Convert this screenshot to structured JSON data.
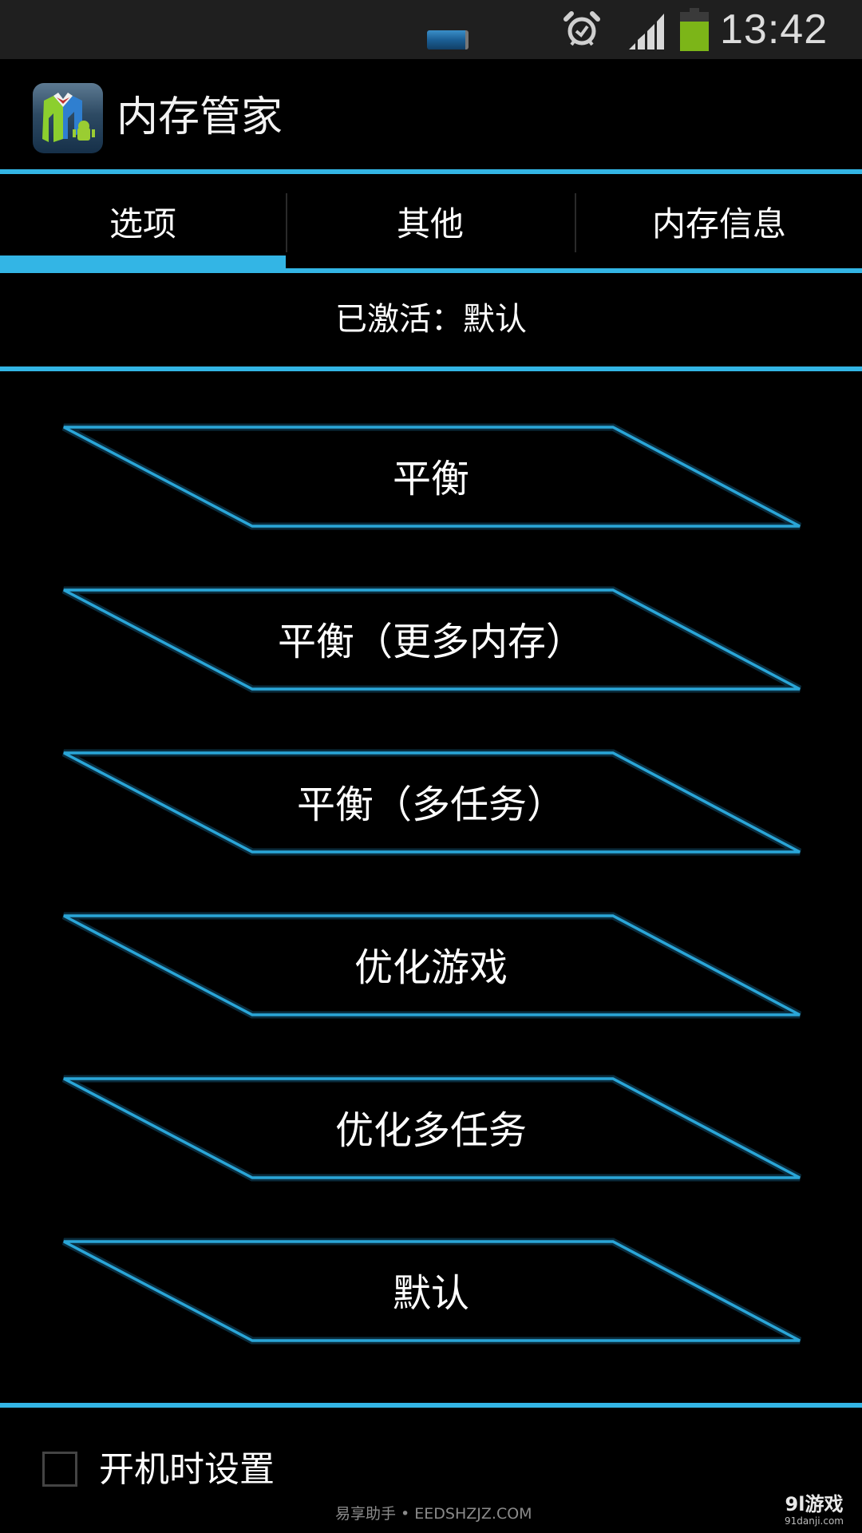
{
  "status_bar": {
    "time": "13:42",
    "icons": [
      "notification-app-icon",
      "alarm-icon",
      "signal-icon",
      "battery-icon"
    ],
    "battery_color": "#7cb518"
  },
  "app_bar": {
    "title": "内存管家",
    "icon": "memory-manager-app-icon"
  },
  "tabs": [
    {
      "label": "选项",
      "selected": true
    },
    {
      "label": "其他",
      "selected": false
    },
    {
      "label": "内存信息",
      "selected": false
    }
  ],
  "status": {
    "active_text": "已激活：默认"
  },
  "modes": [
    {
      "label": "平衡"
    },
    {
      "label": "平衡（更多内存）"
    },
    {
      "label": "平衡（多任务）"
    },
    {
      "label": "优化游戏"
    },
    {
      "label": "优化多任务"
    },
    {
      "label": "默认"
    }
  ],
  "boot_setting": {
    "label": "开机时设置",
    "checked": false
  },
  "watermarks": {
    "left": "易享助手 • EEDSHZJZ.COM",
    "right_title": "9l游戏",
    "right_sub": "91danji.com"
  },
  "colors": {
    "accent": "#33b5e5",
    "outline": "#2aa6d8",
    "background": "#000000",
    "status_bar": "#1f1f1f"
  }
}
